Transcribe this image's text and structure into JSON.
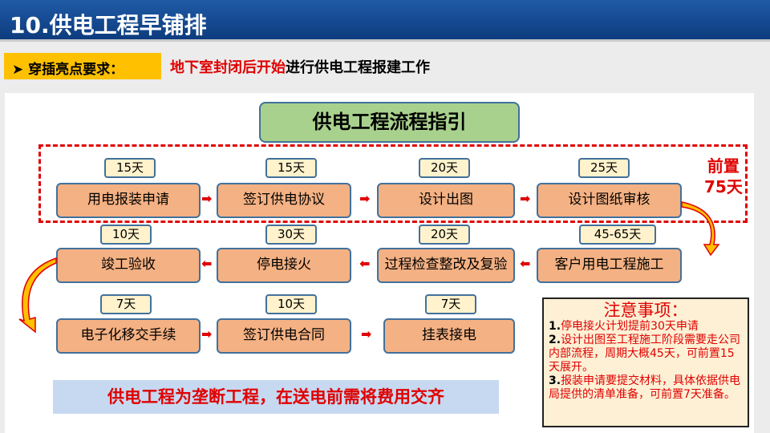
{
  "header": {
    "title": "10.供电工程早铺排"
  },
  "requirement": {
    "label": "穿插亮点要求：",
    "highlight": "地下室封闭后开始",
    "text": "进行供电工程报建工作"
  },
  "flow": {
    "title": "供电工程流程指引",
    "steps": [
      {
        "label": "用电报装申请",
        "days": "15天"
      },
      {
        "label": "签订供电协议",
        "days": "15天"
      },
      {
        "label": "设计出图",
        "days": "20天"
      },
      {
        "label": "设计图纸审核",
        "days": "25天"
      },
      {
        "label": "客户用电工程施工",
        "days": "45-65天"
      },
      {
        "label": "过程检查整改及复验",
        "days": "20天"
      },
      {
        "label": "停电接火",
        "days": "30天"
      },
      {
        "label": "竣工验收",
        "days": "10天"
      },
      {
        "label": "电子化移交手续",
        "days": "7天"
      },
      {
        "label": "签订供电合同",
        "days": "10天"
      },
      {
        "label": "挂表接电",
        "days": "7天"
      }
    ],
    "pre_label": "前置",
    "pre_days": "75天"
  },
  "banner": "供电工程为垄断工程，在送电前需将费用交齐",
  "notes": {
    "title": "注意事项：",
    "items": [
      {
        "num": "1.",
        "text": "停电接火计划提前30天申请"
      },
      {
        "num": "2.",
        "text": "设计出图至工程施工阶段需要走公司内部流程，周期大概45天，可前置15天展开。"
      },
      {
        "num": "3.",
        "text": "报装申请要提交材料，具体依据供电局提供的清单准备，可前置7天准备。"
      }
    ]
  }
}
